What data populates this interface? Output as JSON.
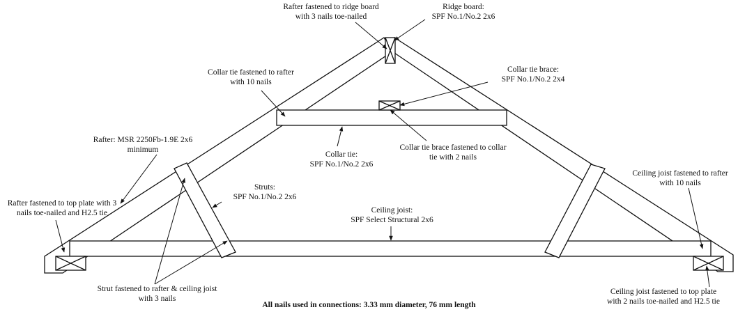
{
  "labels": {
    "rafter_ridge": [
      "Rafter fastened to ridge board",
      "with 3 nails toe-nailed"
    ],
    "ridge_board": [
      "Ridge board:",
      "SPF No.1/No.2 2x6"
    ],
    "collar_brace": [
      "Collar tie brace:",
      "SPF No.1/No.2 2x4"
    ],
    "collar_rafter": [
      "Collar tie fastened to rafter",
      "with 10 nails"
    ],
    "rafter": [
      "Rafter: MSR 2250Fb-1.9E 2x6",
      "minimum"
    ],
    "collar_tie": [
      "Collar tie:",
      "SPF No.1/No.2 2x6"
    ],
    "collar_brace_fastened": [
      "Collar tie brace fastened to collar",
      "tie with 2 nails"
    ],
    "rafter_top_plate": [
      "Rafter fastened to top plate with 3",
      "nails toe-nailed and H2.5 tie"
    ],
    "struts": [
      "Struts:",
      "SPF No.1/No.2 2x6"
    ],
    "ceiling_joist": [
      "Ceiling joist:",
      "SPF Select Structural 2x6"
    ],
    "joist_rafter": [
      "Ceiling joist fastened to rafter",
      "with 10 nails"
    ],
    "strut_fastened": [
      "Strut fastened to rafter & ceiling joist",
      "with 3 nails"
    ],
    "joist_top_plate": [
      "Ceiling joist fastened to top plate",
      "with 2 nails toe-nailed and H2.5 tie"
    ]
  },
  "footer": "All nails used in connections: 3.33 mm diameter, 76 mm length",
  "colors": {
    "line": "#111111",
    "fill": "#ffffff"
  }
}
